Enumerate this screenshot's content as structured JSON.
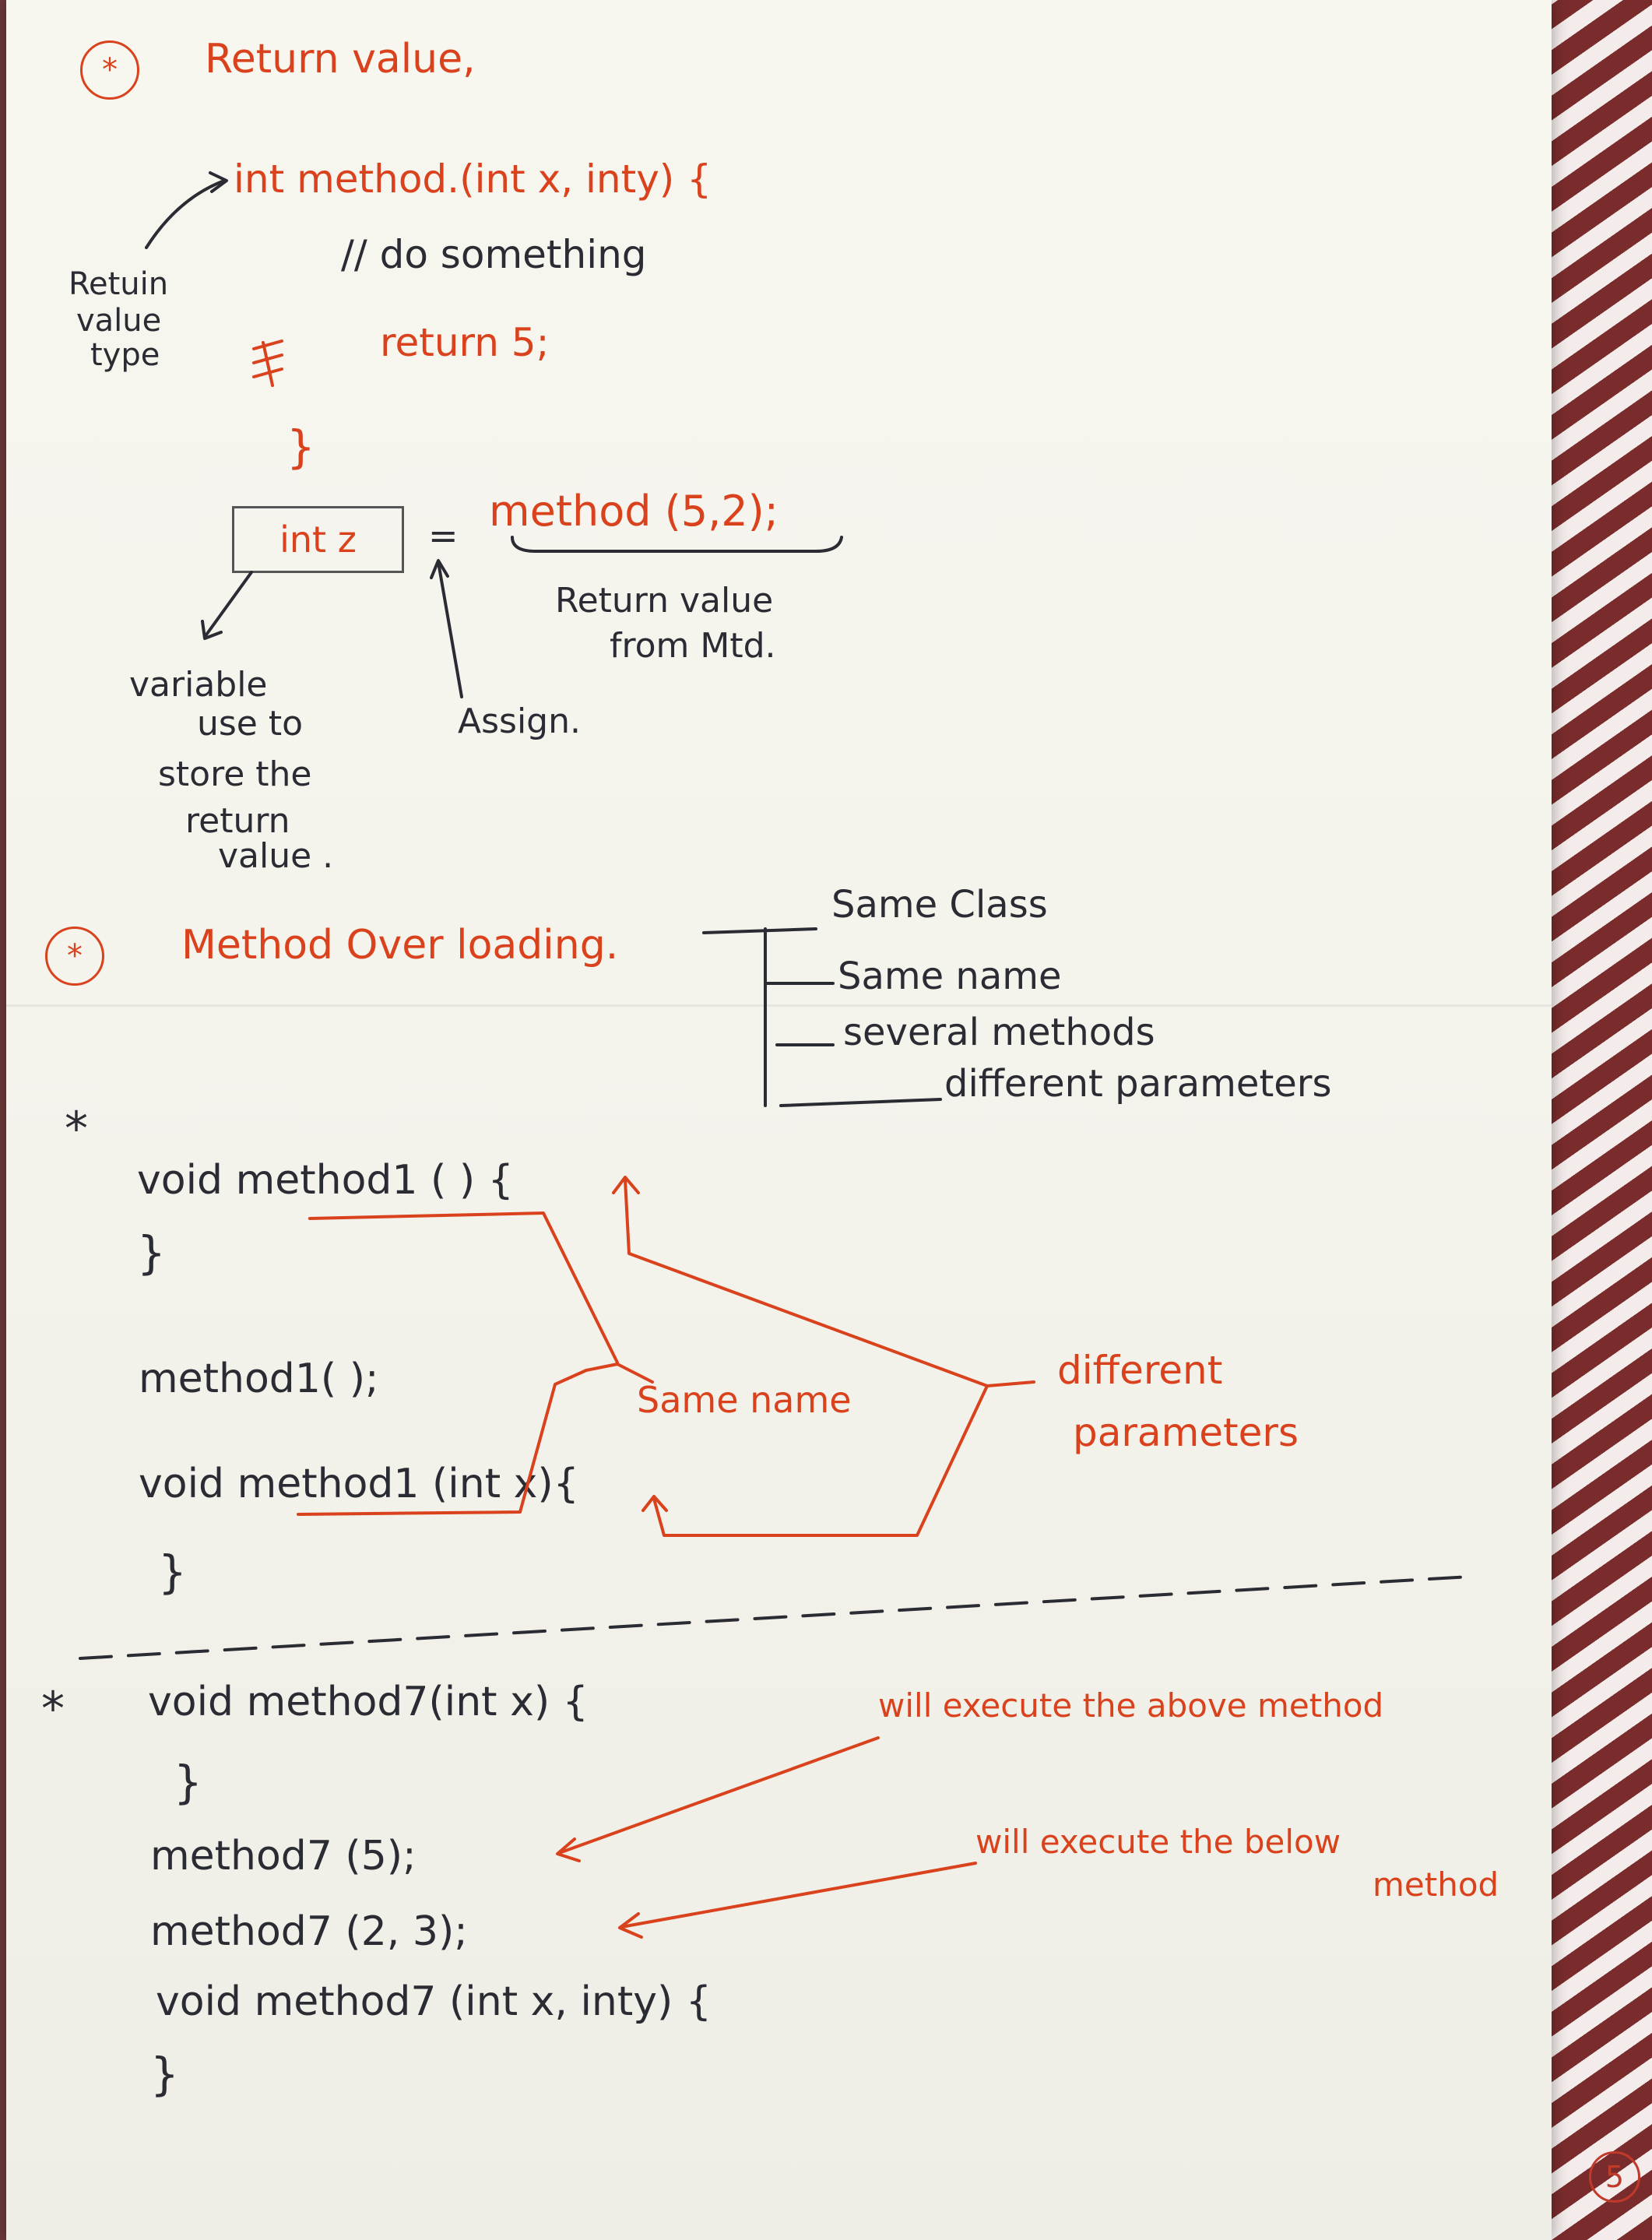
{
  "section1": {
    "star": "*",
    "heading": "Return value,",
    "code_sig": "int method.(int x, inty) {",
    "code_comment": "// do something",
    "code_return": "return 5;",
    "code_close": "}",
    "label_return_type": [
      "Retuin",
      "value",
      "type"
    ],
    "assign_box": "int z",
    "assign_eq": "=",
    "assign_call": "method (5,2);",
    "label_return_from": [
      "Return value",
      "from Mtd."
    ],
    "label_assign": "Assign.",
    "label_variable": [
      "variable",
      "use to",
      "store the",
      "return",
      "value ."
    ]
  },
  "section2": {
    "star": "*",
    "heading": "Method Over loading.",
    "rules": [
      "Same Class",
      "Same name",
      "several methods",
      "different parameters"
    ]
  },
  "section3": {
    "star": "*",
    "line1": "void method1 ( ) {",
    "line2": "}",
    "line3": "method1( );",
    "line4": "void method1 (int x){",
    "line5": "}",
    "label_same_name": "Same name",
    "label_different": [
      "different",
      "parameters"
    ]
  },
  "section4": {
    "star": "*",
    "line1": "void method7(int x) {",
    "line2": "}",
    "line3": "method7 (5);",
    "line4": "method7 (2, 3);",
    "line5": "void method7 (int x, inty) {",
    "line6": "}",
    "note_above": "will execute the above method",
    "note_below": [
      "will execute the below",
      "method"
    ]
  },
  "page_number": "5"
}
